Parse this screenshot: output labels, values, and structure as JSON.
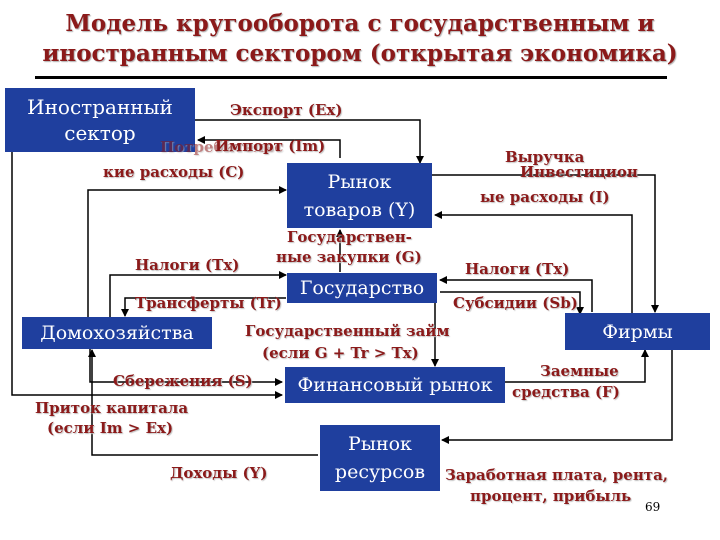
{
  "title": {
    "line1": "Модель кругооборота с государственным и",
    "line2": "иностранным сектором (открытая экономика)"
  },
  "nodes": {
    "foreign": [
      "Иностранный",
      "сектор"
    ],
    "goods_market": [
      "Рынок",
      "товаров (Y)"
    ],
    "government": "Государство",
    "households": "Домохозяйства",
    "firms": "Фирмы",
    "financial_market": "Финансовый рынок",
    "resource_market": [
      "Рынок",
      "ресурсов"
    ]
  },
  "flows": {
    "export": "Экспорт (Ex)",
    "import": "Импорт (Im)",
    "consumer_spending_hidden": "Потребительс",
    "consumer_spending": "кие расходы (C)",
    "revenue": "Выручка",
    "investment_1": "Инвестицион",
    "investment_2": "ые расходы (I)",
    "gov_purchases_1": "Государствен-",
    "gov_purchases_2": "ные закупки (G)",
    "taxes_households": "Налоги (Tx)",
    "taxes_firms": "Налоги (Tx)",
    "transfers": "Трансферты (Tr)",
    "subsidies": "Субсидии (Sb)",
    "public_debt_1": "Государственный займ",
    "public_debt_2": "(если G + Tr > Tx)",
    "savings": "Сбережения (S)",
    "capital_inflow_1": "Приток капитала",
    "capital_inflow_2": "(если Im > Ex)",
    "borrowed_funds_1": "Заемные",
    "borrowed_funds_2": "средства (F)",
    "income": "Доходы (Y)",
    "factor_payments_1": "Заработная плата, рента,",
    "factor_payments_2": "процент, прибыль"
  },
  "page_number": "69",
  "colors": {
    "box_fill": "#1f3f9e",
    "label_text": "#8b1a1a",
    "arrow": "#000000"
  }
}
